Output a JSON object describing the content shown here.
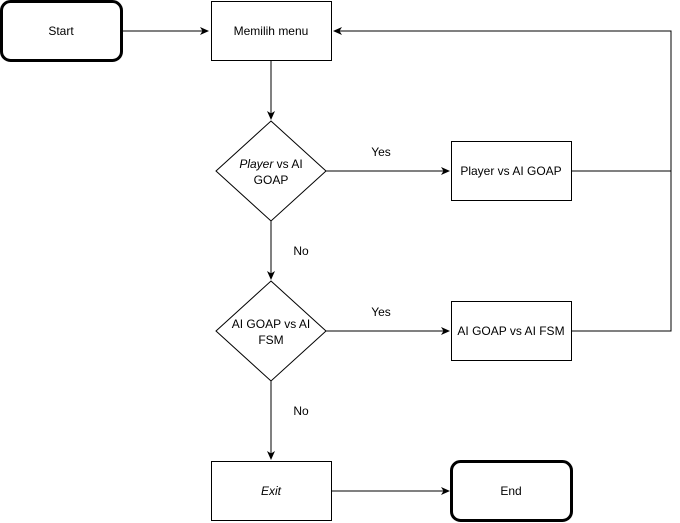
{
  "nodes": {
    "start": "Start",
    "menu": "Memilih menu",
    "decision1_line1_italic": "Player",
    "decision1_line1_rest": " vs AI",
    "decision1_line2": "GOAP",
    "player_vs_ai_goap": "Player vs AI GOAP",
    "decision2_line1": "AI GOAP vs AI",
    "decision2_line2": "FSM",
    "ai_goap_vs_ai_fsm": "AI GOAP vs AI FSM",
    "exit": "Exit",
    "end": "End"
  },
  "edges": {
    "d1_yes": "Yes",
    "d1_no": "No",
    "d2_yes": "Yes",
    "d2_no": "No"
  }
}
